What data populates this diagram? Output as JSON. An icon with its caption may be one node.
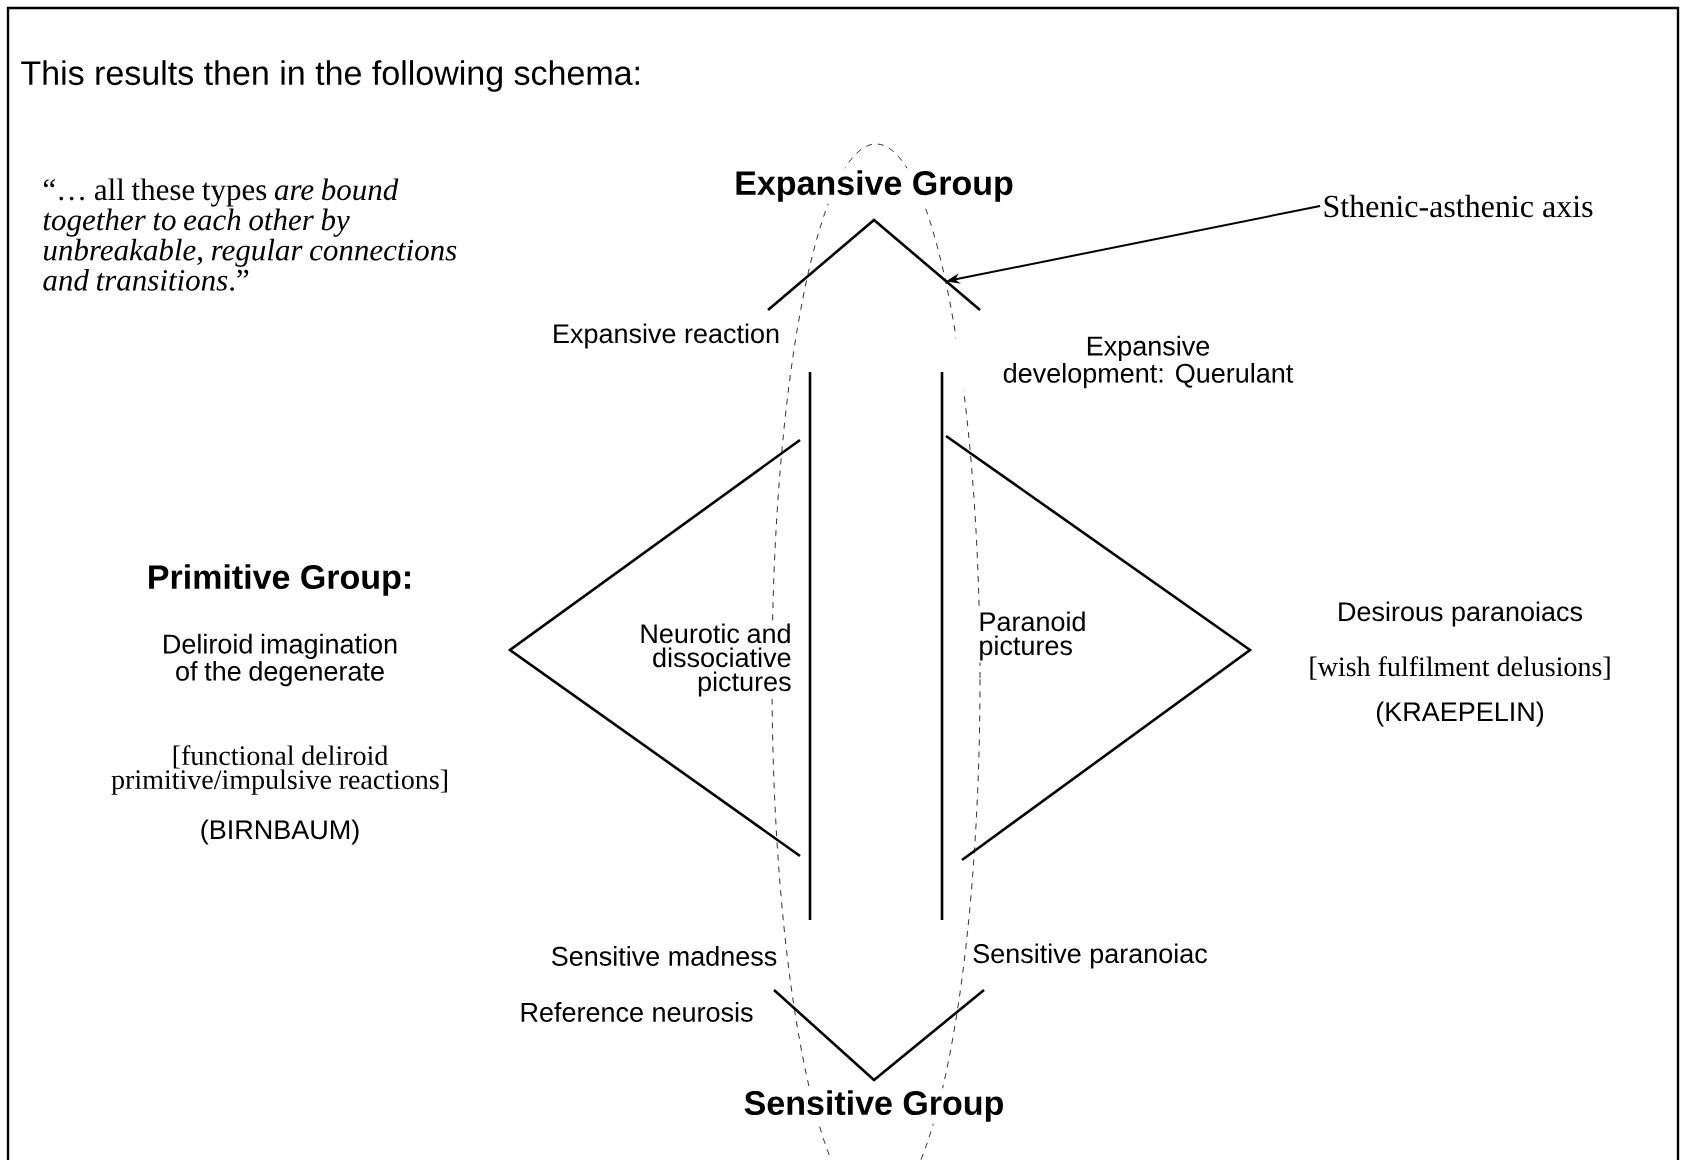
{
  "diagram": {
    "title": "This results then in the following schema:",
    "nodes": [
      {
        "text": [
          "Sthenic-asthenic axis"
        ]
      },
      {
        "text": [],
        "shape": "ellipse"
      }
    ],
    "edges": [
      {
        "from": 0,
        "to": 1,
        "arrow": "to"
      }
    ],
    "labels": [
      "“… all these types *are bound together to each other by unbreakable, regular connections and transitions*.”",
      "Expansive Group",
      "Expansive reaction",
      "Expansive development: Querulant",
      "Primitive Group:",
      "Deliroid imagination of the degenerate",
      "[functional deliroid primitive/impulsive reactions]",
      "(BIRNBAUM)",
      "Neurotic and dissociative pictures",
      "Paranoid pictures",
      "Desirous paranoiacs",
      "[wish fulfilment delusions]",
      "(KRAEPELIN)",
      "Sensitive madness",
      "Sensitive paranoiac",
      "Reference neurosis",
      "Sensitive Group"
    ]
  }
}
